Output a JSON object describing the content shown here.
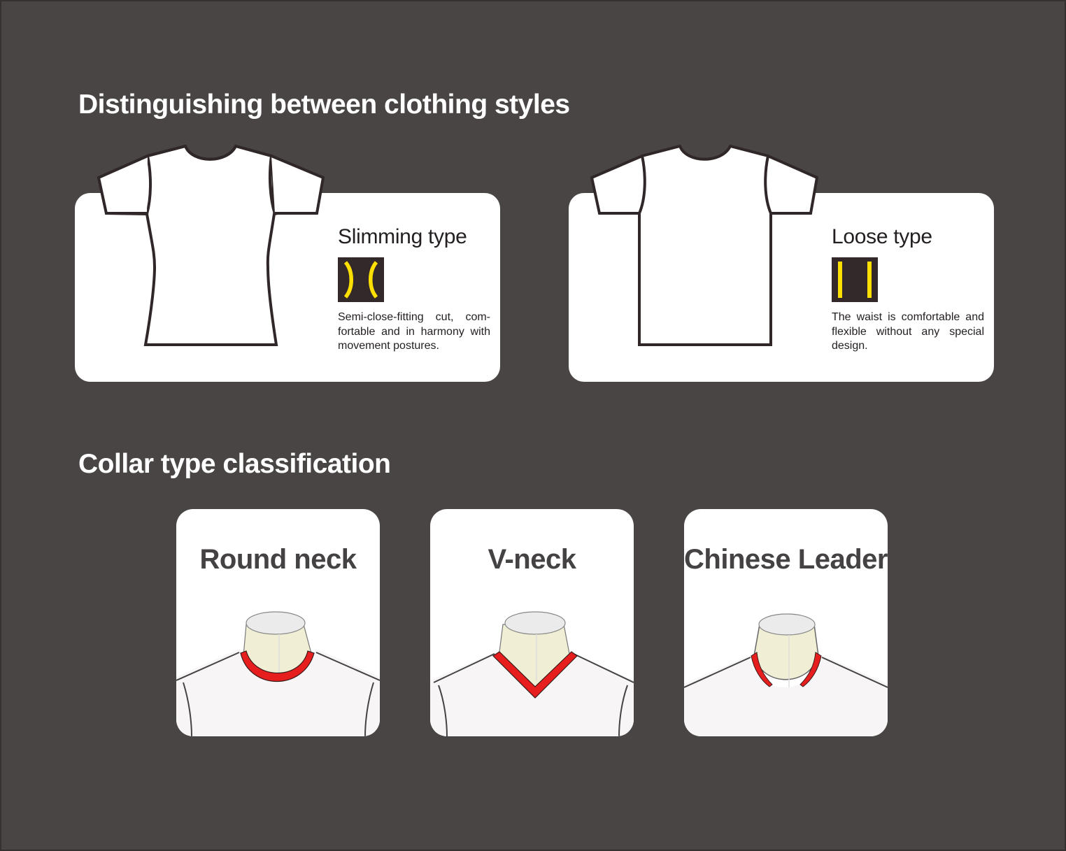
{
  "sections": {
    "styles_title": "Distinguishing between clothing styles",
    "collar_title": "Collar type classification"
  },
  "style_cards": [
    {
      "heading": "Slimming type",
      "icon": "curved-waist-lines-icon",
      "description": "Semi-close-fitting cut, com-fortable and in harmony with movement postures."
    },
    {
      "heading": "Loose type",
      "icon": "straight-waist-lines-icon",
      "description": "The waist is comfortable and flexible without any special design."
    }
  ],
  "collar_cards": [
    {
      "label": "Round neck",
      "icon": "round-neck-collar-icon"
    },
    {
      "label": "V-neck",
      "icon": "v-neck-collar-icon"
    },
    {
      "label": "Chinese Leader",
      "icon": "mandarin-collar-icon"
    }
  ],
  "colors": {
    "background": "#484544",
    "card": "#ffffff",
    "icon_bg": "#33292a",
    "accent_yellow": "#ffe000",
    "collar_red": "#e61e1e",
    "outline": "#2f2728",
    "neck_fill": "#f0efd6"
  }
}
